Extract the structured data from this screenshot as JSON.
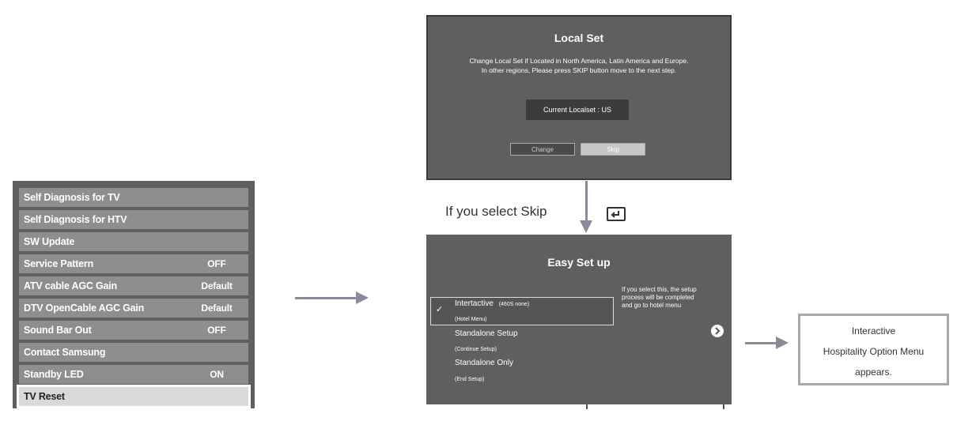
{
  "service_menu": {
    "items": [
      {
        "label": "Self Diagnosis for TV",
        "value": ""
      },
      {
        "label": "Self Diagnosis for HTV",
        "value": ""
      },
      {
        "label": "SW Update",
        "value": ""
      },
      {
        "label": "Service Pattern",
        "value": "OFF"
      },
      {
        "label": "ATV cable AGC Gain",
        "value": "Default"
      },
      {
        "label": "DTV OpenCable AGC Gain",
        "value": "Default"
      },
      {
        "label": "Sound Bar Out",
        "value": "OFF"
      },
      {
        "label": "Contact Samsung",
        "value": ""
      },
      {
        "label": "Standby LED",
        "value": "ON"
      },
      {
        "label": "TV Reset",
        "value": ""
      }
    ]
  },
  "local_set": {
    "title": "Local Set",
    "description_line1": "Change Local Set if Located in North America, Latin America and Europe.",
    "description_line2": "In other regions, Please press SKIP button move to the next step.",
    "current_localset": "Current Localset : US",
    "change_label": "Change",
    "skip_label": "Skip"
  },
  "transition_text": "If you select Skip",
  "easy_setup": {
    "title": "Easy Set up",
    "options": [
      {
        "label": "Intertactive",
        "label_note": "(460S none)",
        "sub": "(Hotel Menu)"
      },
      {
        "label": "Standalone Setup",
        "sub": "(Continue Setup)"
      },
      {
        "label": "Standalone Only",
        "sub": "(End Setup)"
      }
    ],
    "checkmark": "✓",
    "hint": "If you select this, the setup process will be completed and go to hotel menu"
  },
  "result": {
    "line1": "Interactive",
    "line2": "Hospitality Option Menu",
    "line3": "appears."
  }
}
